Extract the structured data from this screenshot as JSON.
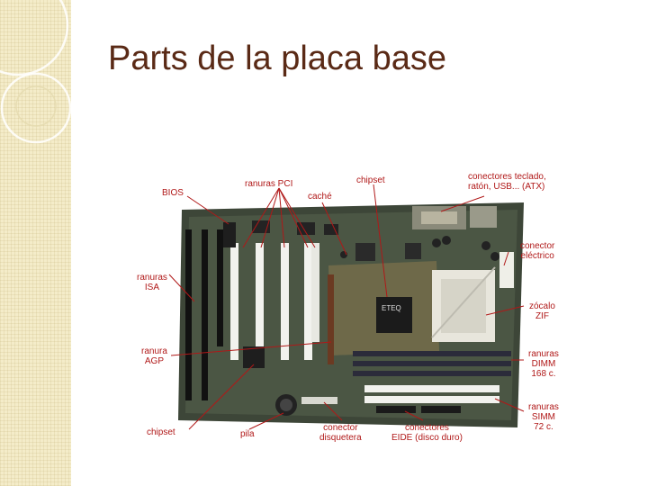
{
  "slide": {
    "title": "Parts de la placa base",
    "accent_color": "#5a2a16",
    "sidebar_color": "#f4ecc9"
  },
  "figure": {
    "kind": "motherboard photo",
    "label_color": "#b01818",
    "labels": {
      "bios": "BIOS",
      "ranuras_pci": "ranuras PCI",
      "cache": "caché",
      "chipset_top": "chipset",
      "conectores_teclado_1": "conectores teclado,",
      "conectores_teclado_2": "ratón, USB... (ATX)",
      "conector_electrico_1": "conector",
      "conector_electrico_2": "eléctrico",
      "ranuras_isa_1": "ranuras",
      "ranuras_isa_2": "ISA",
      "zocalo_1": "zócalo",
      "zocalo_2": "ZIF",
      "ranura_agp_1": "ranura",
      "ranura_agp_2": "AGP",
      "dimm_1": "ranuras",
      "dimm_2": "DIMM",
      "dimm_3": "168 c.",
      "simm_1": "ranuras",
      "simm_2": "SIMM",
      "simm_3": "72 c.",
      "chipset_bottom": "chipset",
      "pila": "pila",
      "conector_disquetera_1": "conector",
      "conector_disquetera_2": "disquetera",
      "conectores_eide_1": "conectores",
      "conectores_eide_2": "EIDE (disco duro)"
    },
    "board_print": {
      "chip_brand": "ETEQ"
    }
  }
}
